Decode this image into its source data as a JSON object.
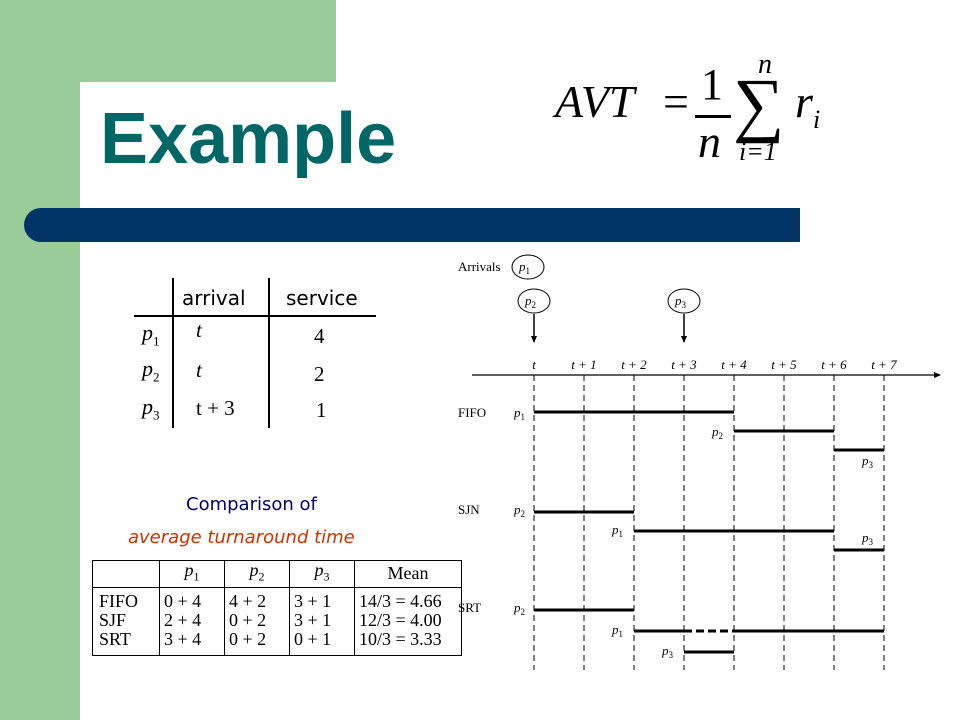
{
  "slide": {
    "title": "Example",
    "formula": {
      "lhs": "AVT",
      "eq": "=",
      "numerator": "1",
      "denominator": "n",
      "sum_top": "n",
      "sum_symbol": "∑",
      "sum_bottom": "i=1",
      "term": "r",
      "term_sub": "i"
    }
  },
  "arrival_table": {
    "headers": [
      "arrival",
      "service"
    ],
    "rows": [
      {
        "p": "p",
        "sub": "1",
        "arrival": "t",
        "service": "4"
      },
      {
        "p": "p",
        "sub": "2",
        "arrival": "t",
        "service": "2"
      },
      {
        "p": "p",
        "sub": "3",
        "arrival": "t + 3",
        "service": "1"
      }
    ]
  },
  "comparison": {
    "line1": "Comparison of",
    "line2": "average turnaround time"
  },
  "mean_table": {
    "headers": [
      "",
      "p1",
      "p2",
      "p3",
      "Mean"
    ],
    "rows": [
      [
        "FIFO",
        "0 + 4",
        "4 + 2",
        "3 + 1",
        "14/3  = 4.66"
      ],
      [
        "SJF",
        "2 + 4",
        "0 + 2",
        "3 + 1",
        "12/3  = 4.00"
      ],
      [
        "SRT",
        "3 + 4",
        "0 + 2",
        "0 + 1",
        "10/3  = 3.33"
      ]
    ]
  },
  "timeline": {
    "arrivals_label": "Arrivals",
    "ticks": [
      "t",
      "t + 1",
      "t + 2",
      "t + 3",
      "t + 4",
      "t + 5",
      "t + 6",
      "t + 7"
    ],
    "algorithms": [
      "FIFO",
      "SJN",
      "SRT"
    ],
    "process_labels": {
      "p1": "p1",
      "p2": "p2",
      "p3": "p3"
    }
  },
  "colors": {
    "green": "#99cc99",
    "title": "#006666",
    "bar": "#003366",
    "comparison_line1": "#000066",
    "comparison_line2": "#cc3300"
  }
}
